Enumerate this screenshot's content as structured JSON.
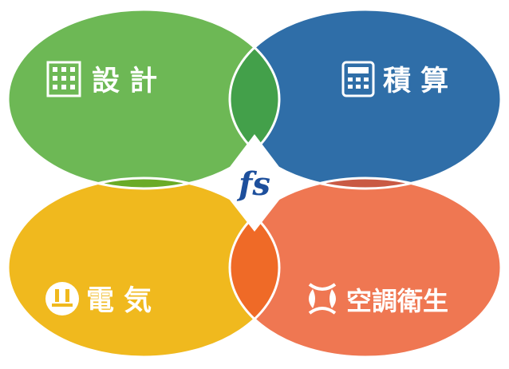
{
  "center": {
    "logo_text": "fs"
  },
  "quadrants": [
    {
      "id": "design",
      "label": "設 計",
      "icon": "building-icon",
      "color": "#6db855"
    },
    {
      "id": "estimation",
      "label": "積 算",
      "icon": "calculator-icon",
      "color": "#2f6ea8"
    },
    {
      "id": "electrical",
      "label": "電 気",
      "icon": "plug-icon",
      "color": "#f0b91e"
    },
    {
      "id": "hvac",
      "label": "空調衛生",
      "icon": "hvac-icon",
      "color": "#ef7752"
    }
  ],
  "overlap_colors": {
    "top": "#43a04a",
    "left": "#6aab27",
    "right": "#c95a44",
    "bottom": "#ef6a27",
    "center_left": "#d96a22",
    "center_right": "#d96a22"
  }
}
